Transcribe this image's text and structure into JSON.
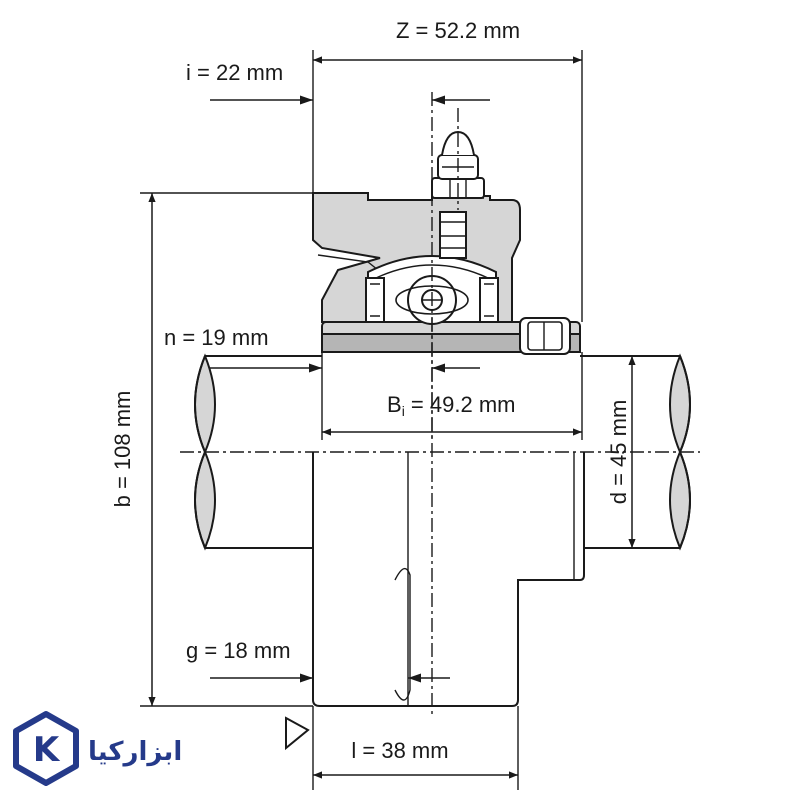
{
  "dimensions": {
    "z": "Z = 52.2 mm",
    "i": "i = 22 mm",
    "n": "n = 19 mm",
    "b": "b = 108 mm",
    "bi_prefix": "B",
    "bi_sub": "i",
    "bi_value": " = 49.2 mm",
    "d": "d = 45 mm",
    "g": "g = 18 mm",
    "l": "l = 38 mm"
  },
  "logo": {
    "letter": "K",
    "text": "ابزارکیا"
  },
  "colors": {
    "line": "#1a1a1a",
    "housing_fill": "#d6d6d6",
    "shaft_end_fill": "#d6d6d6",
    "logo_blue": "#253a8a"
  }
}
